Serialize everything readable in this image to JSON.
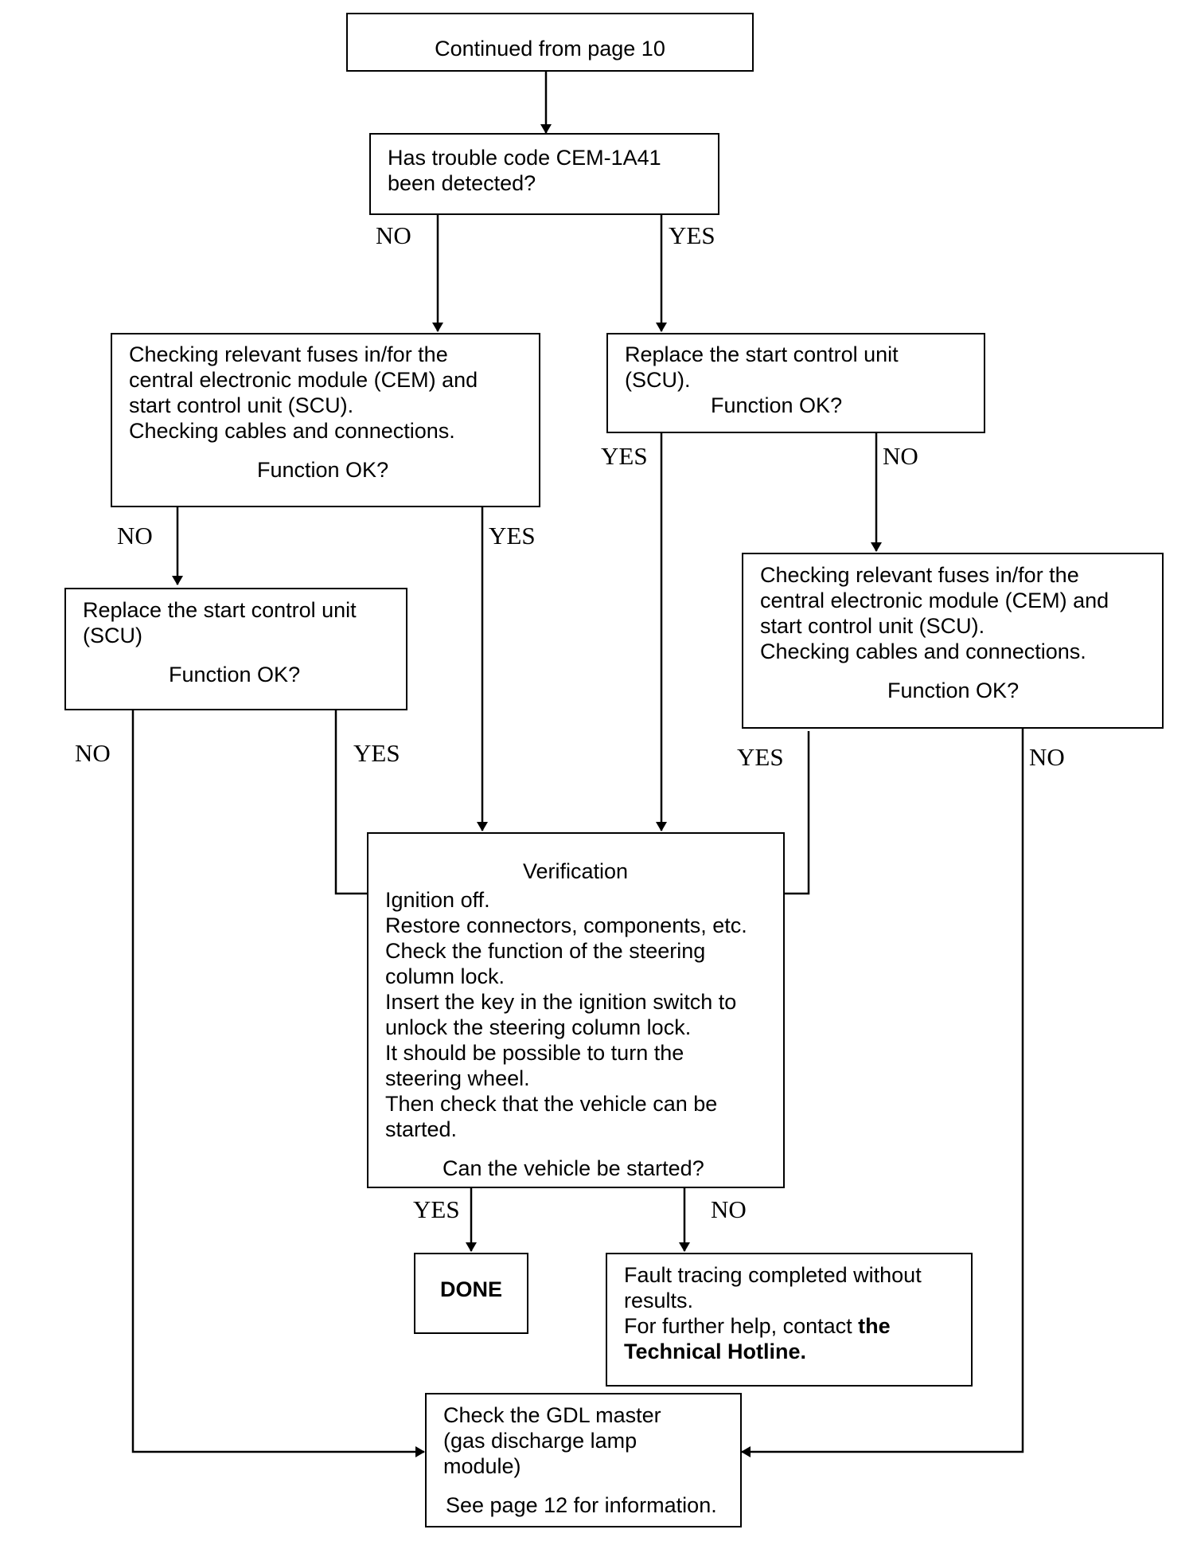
{
  "nodes": {
    "start": {
      "lines": [
        "Continued from page 10"
      ]
    },
    "q_code": {
      "lines": [
        "Has trouble code CEM-1A41",
        "been detected?"
      ]
    },
    "check_left": {
      "lines": [
        "Checking relevant fuses in/for the",
        "central electronic module (CEM) and",
        "start control unit (SCU).",
        "Checking cables and connections."
      ],
      "question": "Function OK?"
    },
    "replace_right": {
      "lines": [
        "Replace the start control unit",
        "(SCU)."
      ],
      "question": "Function OK?"
    },
    "replace_left": {
      "lines": [
        "Replace the start control unit",
        "(SCU)"
      ],
      "question": "Function OK?"
    },
    "check_right": {
      "lines": [
        "Checking relevant fuses in/for the",
        "central electronic module (CEM) and",
        "start control unit (SCU).",
        "Checking cables and connections."
      ],
      "question": "Function OK?"
    },
    "verification": {
      "title": "Verification",
      "lines": [
        "Ignition off.",
        "Restore connectors, components, etc.",
        "Check the function of the steering",
        "column lock.",
        "Insert the key in the ignition switch to",
        "unlock the steering column lock.",
        "It should be possible to turn the",
        "steering wheel.",
        "Then check that the vehicle can be",
        "started."
      ],
      "question": "Can the vehicle be started?"
    },
    "done": {
      "label": "DONE"
    },
    "fault": {
      "lines": [
        "Fault tracing completed without",
        "results."
      ],
      "help_prefix": "For further help, contact ",
      "help_bold_1": "the",
      "help_bold_2": "Technical Hotline."
    },
    "gdl": {
      "lines": [
        "Check the GDL master",
        "(gas discharge lamp",
        "module)"
      ],
      "note": "See page 12 for information."
    }
  },
  "edge_labels": {
    "code_no": "NO",
    "code_yes": "YES",
    "check_left_no": "NO",
    "check_left_yes": "YES",
    "replace_right_yes": "YES",
    "replace_right_no": "NO",
    "replace_left_no": "NO",
    "replace_left_yes": "YES",
    "check_right_yes": "YES",
    "check_right_no": "NO",
    "verification_yes": "YES",
    "verification_no": "NO"
  }
}
